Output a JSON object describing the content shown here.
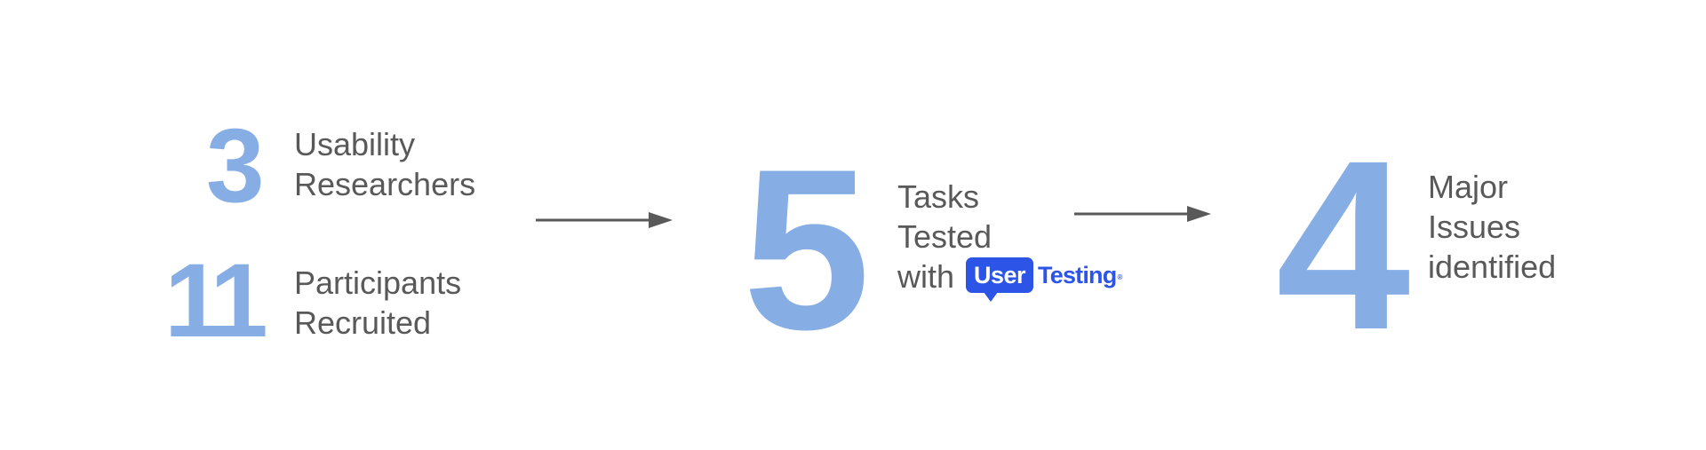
{
  "stats": {
    "researchers": {
      "value": "3",
      "line1": "Usability",
      "line2": "Researchers"
    },
    "participants": {
      "value": "11",
      "line1": "Participants",
      "line2": "Recruited"
    },
    "tasks": {
      "value": "5",
      "line1": "Tasks",
      "line2": "Tested",
      "line3": "with"
    },
    "issues": {
      "value": "4",
      "line1": "Major",
      "line2": "Issues",
      "line3": "identified"
    }
  },
  "logo": {
    "user": "User",
    "testing": "Testing",
    "registered": "®"
  },
  "colors": {
    "number": "#86aee5",
    "label": "#595959",
    "arrow": "#595959",
    "brand": "#2c55e8"
  },
  "icons": [
    "arrow-right-icon",
    "usertesting-logo"
  ]
}
